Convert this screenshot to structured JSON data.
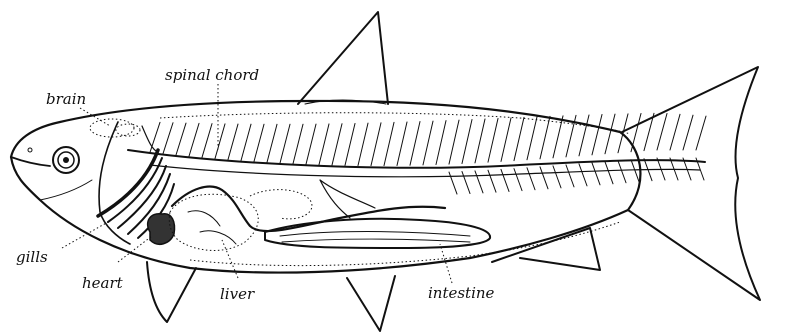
{
  "diagram": {
    "labels": {
      "brain": "brain",
      "spinal_chord": "spinal chord",
      "gills": "gills",
      "heart": "heart",
      "liver": "liver",
      "intestine": "intestine"
    }
  }
}
